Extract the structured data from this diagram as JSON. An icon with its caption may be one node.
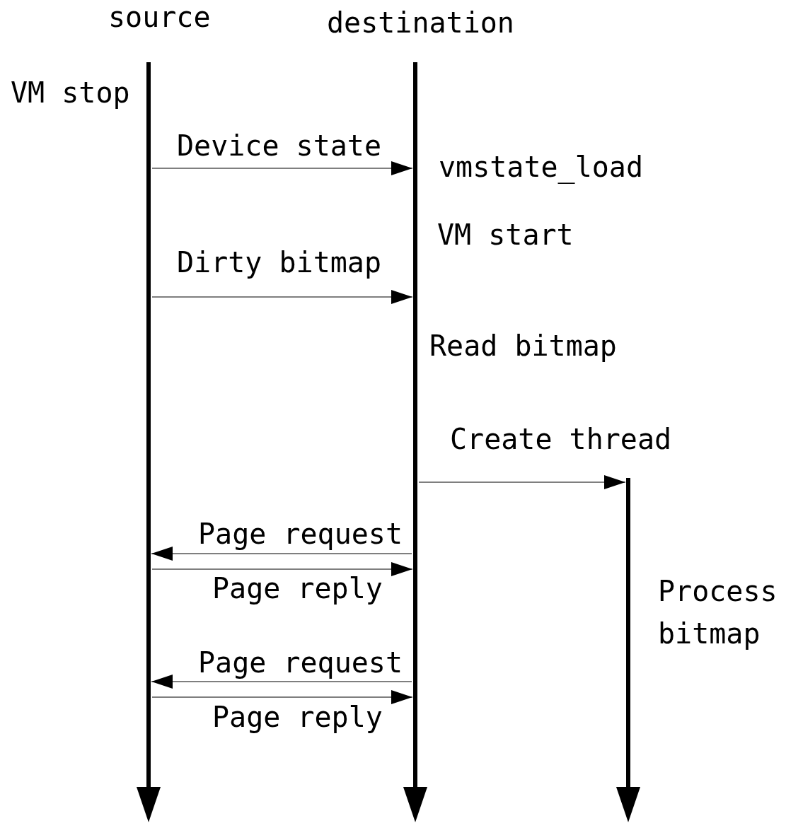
{
  "diagram": {
    "nodes": [
      {
        "text": [
          "source"
        ]
      },
      {
        "text": [
          "destination"
        ]
      },
      {
        "text": [],
        "shape": "bar",
        "beside": [
          "Process bitmap"
        ]
      }
    ],
    "edges": [
      {
        "from": 0,
        "to": 1,
        "arrow": "to",
        "label": "Device state"
      },
      {
        "from": 0,
        "to": 1,
        "arrow": "to",
        "label": "Dirty bitmap"
      },
      {
        "from": 1,
        "to": 2,
        "arrow": "to",
        "label": "Create thread"
      },
      {
        "from": 1,
        "to": 0,
        "arrow": "to",
        "label": "Page request"
      },
      {
        "from": 0,
        "to": 1,
        "arrow": "to",
        "label": "Page reply"
      },
      {
        "from": 1,
        "to": 0,
        "arrow": "to",
        "label": "Page request"
      },
      {
        "from": 0,
        "to": 1,
        "arrow": "to",
        "label": "Page reply"
      }
    ],
    "labels": [
      "VM stop",
      "vmstate_load",
      "VM start",
      "Read bitmap"
    ]
  }
}
